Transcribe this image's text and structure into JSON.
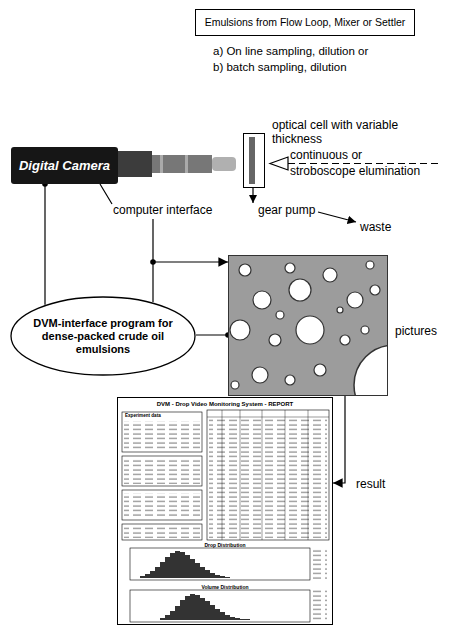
{
  "diagram": {
    "nodes": [
      {
        "text": [
          "Emulsions from Flow Loop, Mixer or Settler"
        ]
      },
      {
        "text": [
          "Digital Camera"
        ]
      },
      {
        "text": [
          "optical cell with variable thickness"
        ]
      },
      {
        "text": [
          "pictures"
        ]
      },
      {
        "text": [
          "DVM-interface program for dense-packed crude oil emulsions"
        ]
      },
      {
        "text": [
          "DVM - Drop Video Monitoring System - REPORT",
          "Experiment data",
          "Drop Distribution",
          "Volume Distribution"
        ]
      }
    ],
    "edges": [
      {
        "from": 1,
        "to": 3,
        "arrow": "to",
        "label": "computer interface"
      },
      {
        "from": 1,
        "to": 4,
        "arrow": "none"
      },
      {
        "from": 4,
        "to": 3,
        "arrow": "none"
      },
      {
        "from": 3,
        "to": 5,
        "arrow": "to",
        "label": "result"
      }
    ],
    "labels": [
      "a) On line sampling, dilution or",
      "b) batch sampling, dilution",
      "continuous or stroboscope elumination",
      "gear pump",
      "waste"
    ]
  }
}
